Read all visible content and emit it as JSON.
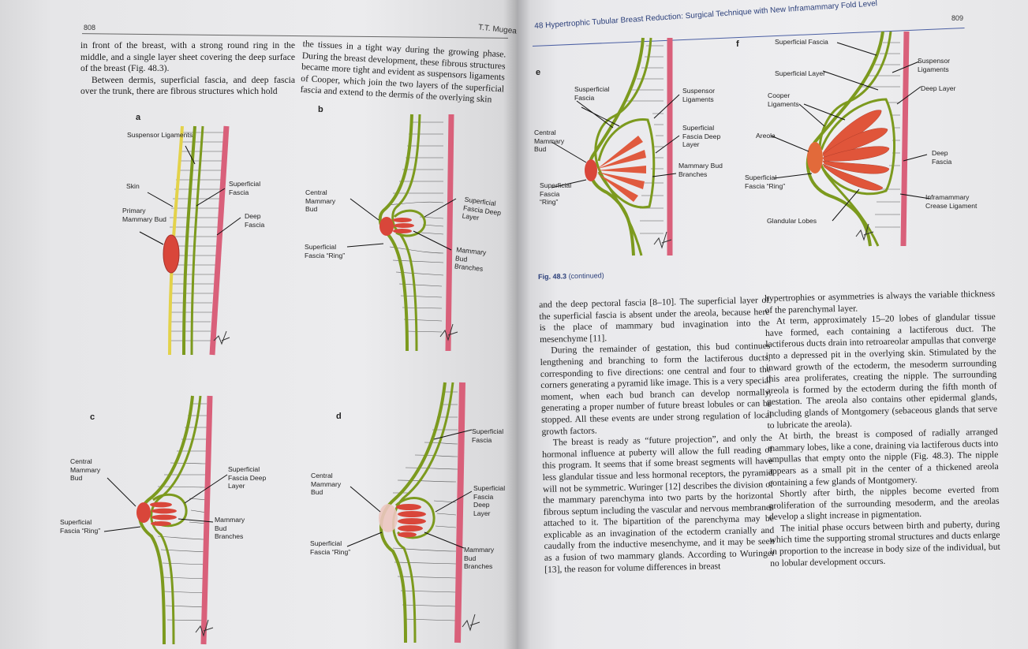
{
  "left_page": {
    "page_number": "808",
    "running_head": "T.T. Mugea",
    "col1": [
      "in front of the breast, with a strong round ring in the middle, and a single layer sheet covering the deep surface of the breast (Fig. 48.3).",
      "Between dermis, superficial fascia, and deep fascia over the trunk, there are fibrous structures which hold"
    ],
    "col2": "the tissues in a tight way during the growing phase. During the breast development, these fibrous structures became more tight and evident as suspensors ligaments of Cooper, which join the two layers of the superficial fascia and extend to the dermis of the overlying skin",
    "figures": {
      "a": {
        "letter": "a",
        "labels": [
          "Suspensor Ligaments",
          "Skin",
          "Primary Mammary Bud",
          "Superficial Fascia",
          "Deep Fascia"
        ]
      },
      "b": {
        "letter": "b",
        "labels": [
          "Central Mammary Bud",
          "Superficial Fascia Deep Layer",
          "Superficial Fascia “Ring”",
          "Mammary Bud Branches"
        ]
      },
      "c": {
        "letter": "c",
        "labels": [
          "Central Mammary Bud",
          "Superficial Fascia Deep Layer",
          "Superficial Fascia “Ring”",
          "Mammary Bud Branches"
        ]
      },
      "d": {
        "letter": "d",
        "labels": [
          "Superficial Fascia",
          "Central Mammary Bud",
          "Superficial Fascia Deep Layer",
          "Superficial Fascia “Ring”",
          "Mammary Bud Branches"
        ]
      }
    }
  },
  "right_page": {
    "page_number": "809",
    "running_head": "48 Hypertrophic Tubular Breast Reduction: Surgical Technique with New Inframammary Fold Level",
    "figures": {
      "e": {
        "letter": "e",
        "labels": [
          "Susperficial Fascia",
          "Suspensor Ligaments",
          "Central Mammary Bud",
          "Superficial Fascia Deep Layer",
          "Mammary Bud Branches",
          "Superficial Fascia “Ring”"
        ]
      },
      "f": {
        "letter": "f",
        "labels": [
          "Superficial Fascia",
          "Superficial Layer",
          "Suspensor Ligaments",
          "Deep Layer",
          "Cooper Ligaments",
          "Areola",
          "Deep Fascia",
          "Superficial Fascia “Ring”",
          "Inframammary Crease Ligament",
          "Glandular Lobes"
        ]
      }
    },
    "caption": {
      "fig": "Fig. 48.3",
      "text": "(continued)"
    },
    "col1": [
      "and the deep pectoral fascia [8–10]. The superficial layer of the superficial fascia is absent under the areola, because here is the place of mammary bud invagination into the mesenchyme [11].",
      "During the remainder of gestation, this bud continues lengthening and branching to form the lactiferous ducts, corresponding to five directions: one central and four to the corners generating a pyramid like image. This is a very special moment, when each bud branch can develop normally, generating a proper number of future breast lobules or can be stopped. All these events are under strong regulation of local growth factors.",
      "The breast is ready as “future projection”, and only the hormonal influence at puberty will allow the full reading of this program. It seems that if some breast segments will have less glandular tissue and less hormonal receptors, the pyramid will not be symmetric. Wuringer [12] describes the division of the mammary parenchyma into two parts by the horizontal fibrous septum including the vascular and nervous membranes attached to it. The bipartition of the parenchyma may be explicable as an invagination of the ectoderm cranially and caudally from the inductive mesenchyme, and it may be seen as a fusion of two mammary glands. According to Wuringer [13], the reason for volume differences in breast"
    ],
    "col2": [
      "hypertrophies or asymmetries is always the variable thickness of the parenchymal layer.",
      "At term, approximately 15–20 lobes of glandular tissue have formed, each containing a lactiferous duct. The lactiferous ducts drain into retroareolar ampullas that converge into a depressed pit in the overlying skin. Stimulated by the inward growth of the ectoderm, the mesoderm surrounding this area proliferates, creating the nipple. The surrounding areola is formed by the ectoderm during the fifth month of gestation. The areola also contains other epidermal glands, including glands of Montgomery (sebaceous glands that serve to lubricate the areola).",
      "At birth, the breast is composed of radially arranged mammary lobes, like a cone, draining via lactiferous ducts into ampullas that empty onto the nipple (Fig. 48.3). The nipple appears as a small pit in the center of a thickened areola containing a few glands of Montgomery.",
      "Shortly after birth, the nipples become everted from proliferation of the surrounding mesoderm, and the areolas develop a slight increase in pigmentation.",
      "The initial phase occurs between birth and puberty, during which time the supporting stromal structures and ducts enlarge in proportion to the increase in body size of the individual, but no lobular development occurs."
    ]
  },
  "colors": {
    "fascia_green": "#7c9a1e",
    "skin_pink": "#d9607a",
    "bud_red": "#d9463a",
    "yellow_layer": "#e3d24a",
    "heading_blue": "#2b3f7a"
  }
}
